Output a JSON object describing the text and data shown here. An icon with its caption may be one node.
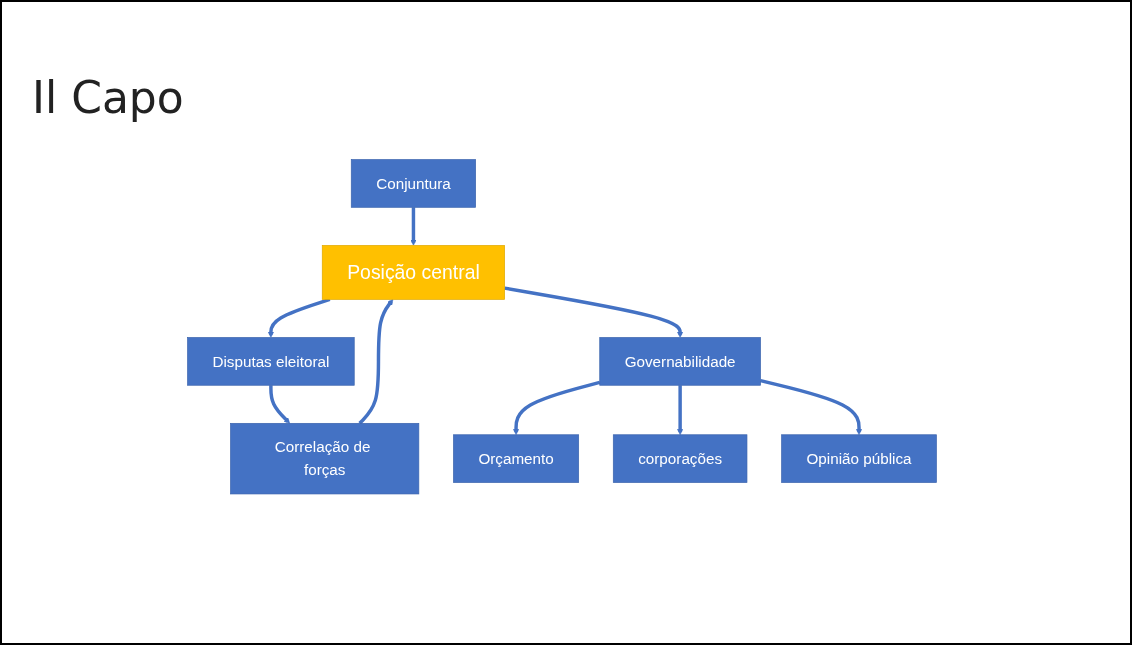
{
  "diagram": {
    "title": "Il Capo",
    "nodes": [
      {
        "text": [
          "Conjuntura"
        ]
      },
      {
        "text": [
          "Correlação de forças"
        ]
      },
      {
        "text": [
          "Posição central"
        ]
      },
      {
        "text": [
          "Disputas eleitoral"
        ]
      },
      {
        "text": [
          "Governabilidade"
        ]
      },
      {
        "text": [
          "Orçamento"
        ]
      },
      {
        "text": [
          "corporações"
        ]
      },
      {
        "text": [
          "Opinião pública"
        ]
      }
    ],
    "edges": [
      {
        "from": 0,
        "to": 2,
        "arrow": "to"
      },
      {
        "from": 1,
        "to": 2,
        "arrow": "to"
      },
      {
        "from": 2,
        "to": 3,
        "arrow": "to"
      },
      {
        "from": 2,
        "to": 4,
        "arrow": "to"
      },
      {
        "from": 4,
        "to": 5,
        "arrow": "to"
      },
      {
        "from": 4,
        "to": 6,
        "arrow": "to"
      },
      {
        "from": 4,
        "to": 7,
        "arrow": "to"
      },
      {
        "from": 3,
        "to": 1,
        "arrow": "to"
      }
    ]
  }
}
